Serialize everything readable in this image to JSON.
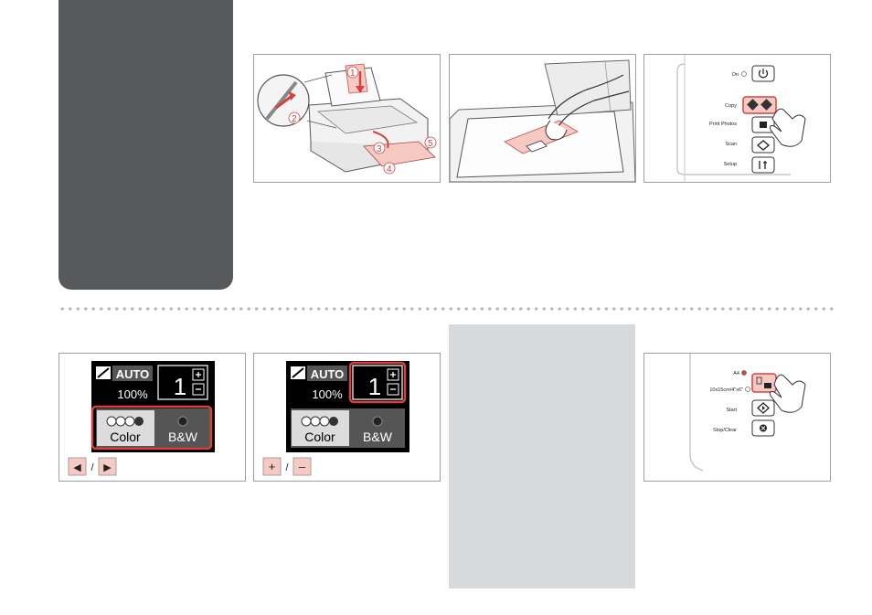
{
  "printer_labels": {
    "callouts": [
      "1",
      "2",
      "3",
      "4",
      "5"
    ]
  },
  "control_panel": {
    "on": "On",
    "copy": "Copy",
    "print_photos": "Print Photos",
    "scan": "Scan",
    "setup": "Setup"
  },
  "lcd": {
    "auto": "AUTO",
    "zoom": "100%",
    "copies": "1",
    "color": "Color",
    "bw": "B&W"
  },
  "keys": {
    "left": "◀",
    "right": "▶",
    "plus": "+",
    "minus": "–",
    "separator": "/"
  },
  "paper_panel": {
    "a4": "A4",
    "photo": "10x15cm/4\"x6\"",
    "start": "Start",
    "stop_clear": "Stop/Clear"
  },
  "colors": {
    "tab": "#58595b",
    "highlight": "#d6423e",
    "pink": "#f6c9c3",
    "note_bg": "#d8d9da"
  }
}
